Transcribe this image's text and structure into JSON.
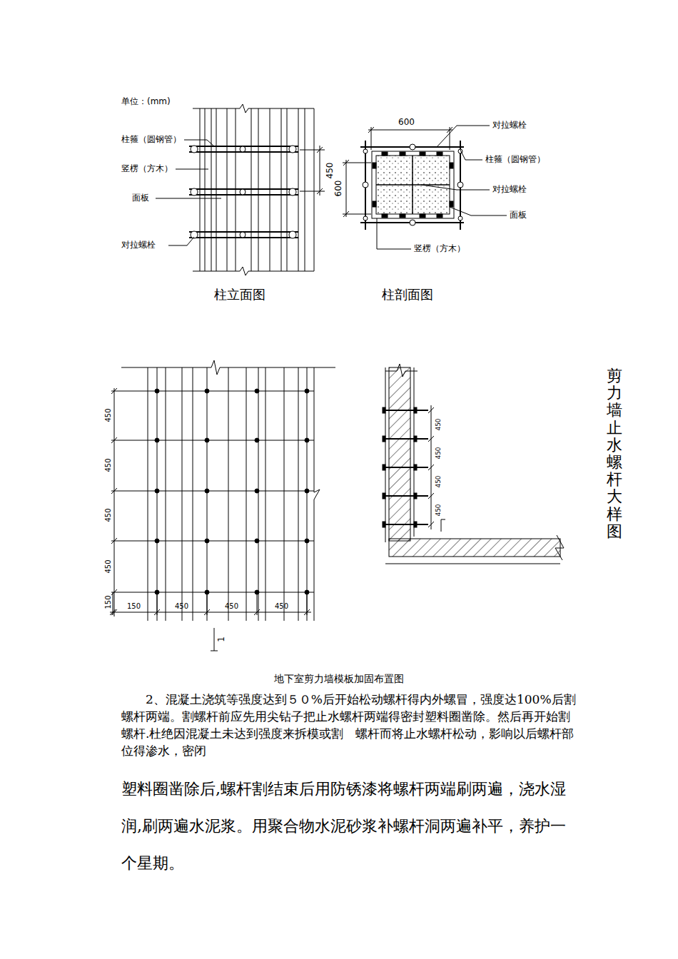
{
  "diagram": {
    "caption": "地下室剪力墙模板加固布置图",
    "labels": [
      "单位：(mm)",
      "柱箍（圆钢管）",
      "竖楞（方木）",
      "面板",
      "对拉螺栓",
      "450",
      "柱立面图",
      "600",
      "600",
      "对拉螺栓",
      "柱箍（圆钢管）",
      "对拉螺栓",
      "面板",
      "竖楞（方木）",
      "柱剖面图",
      "450",
      "450",
      "450",
      "450",
      "150",
      "150",
      "450",
      "450",
      "450",
      "450",
      "450",
      "450",
      "450",
      "1",
      "剪力墙止水螺杆大样图",
      "2、混凝土浇筑等强度达到５０%后开始松动螺杆得内外螺冒，强度达100%后割螺杆两端。割螺杆前应先用尖钻子把止水螺杆两端得密封塑料圈凿除。然后再开始割螺杆.杜绝因混凝土未达到强度来拆模或割　螺杆而将止水螺杆松动，影响以后螺杆部位得渗水，密闭",
      "塑料圈凿除后,螺杆割结束后用防锈漆将螺杆两端刷两遍，浇水湿润,刷两遍水泥浆。用聚合物水泥砂浆补螺杆洞两遍补平，养护一个星期。"
    ]
  }
}
